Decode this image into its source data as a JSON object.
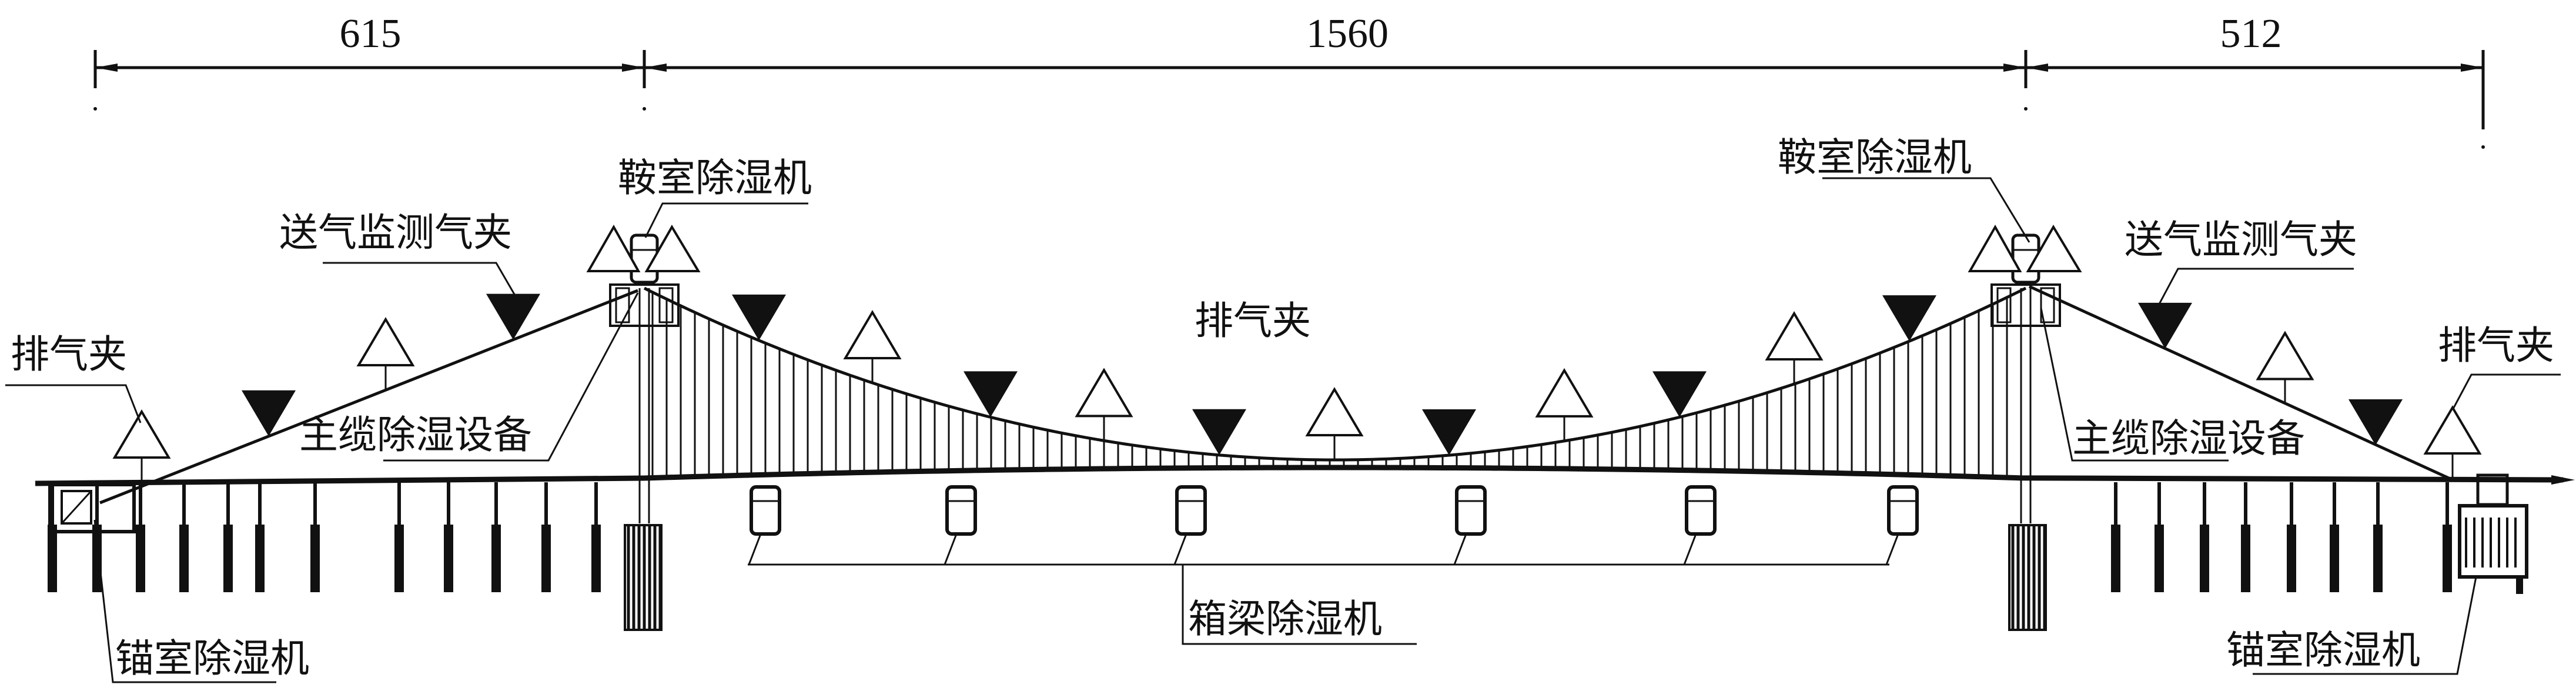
{
  "dimensions": {
    "left_span": "615",
    "main_span": "1560",
    "right_span": "512"
  },
  "labels": {
    "saddle_dehumidifier_left": "鞍室除湿机",
    "saddle_dehumidifier_right": "鞍室除湿机",
    "supply_clamp_left": "送气监测气夹",
    "supply_clamp_right": "送气监测气夹",
    "exhaust_clamp_left": "排气夹",
    "exhaust_clamp_center": "排气夹",
    "exhaust_clamp_right": "排气夹",
    "cable_equipment_left": "主缆除湿设备",
    "cable_equipment_right": "主缆除湿设备",
    "anchor_dehumidifier_left": "锚室除湿机",
    "anchor_dehumidifier_right": "锚室除湿机",
    "box_girder_dehumidifier": "箱梁除湿机"
  },
  "colors": {
    "line": "#111111",
    "background": "#ffffff"
  }
}
